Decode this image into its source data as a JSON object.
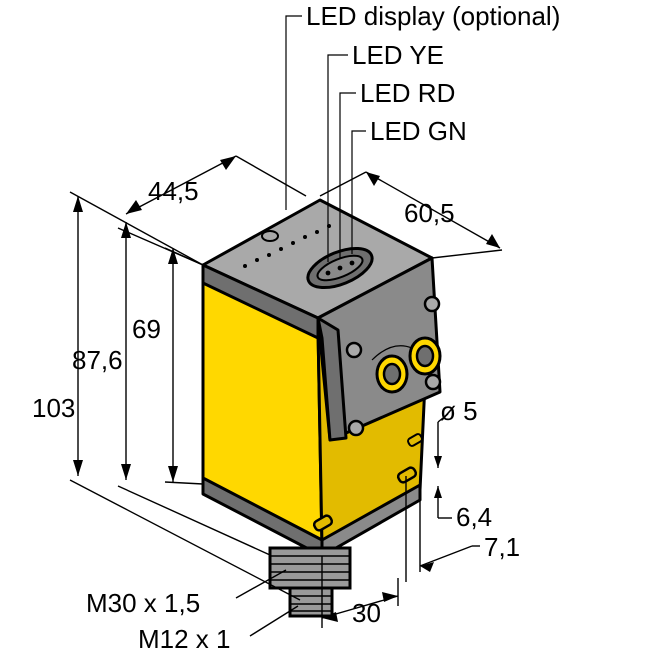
{
  "callouts": {
    "led_display": "LED display (optional)",
    "led_ye": "LED YE",
    "led_rd": "LED RD",
    "led_gn": "LED GN"
  },
  "dimensions": {
    "width_top": "44,5",
    "depth_top": "60,5",
    "height_body": "69",
    "height_mid": "87,6",
    "height_total": "103",
    "hole_diameter": "ø 5",
    "hole_pitch": "6,4",
    "hole_offset": "7,1",
    "connector_width": "30",
    "thread_large": "M30 x 1,5",
    "thread_small": "M12 x 1"
  },
  "colors": {
    "housing_yellow": "#ffd800",
    "housing_shadow": "#e2bb00",
    "cap_grey": "#8a8a8a",
    "cap_grey_dark": "#6f6f6f",
    "cap_grey_light": "#a9a9a9",
    "connector_grey": "#9a9a9a",
    "line": "#000000"
  }
}
